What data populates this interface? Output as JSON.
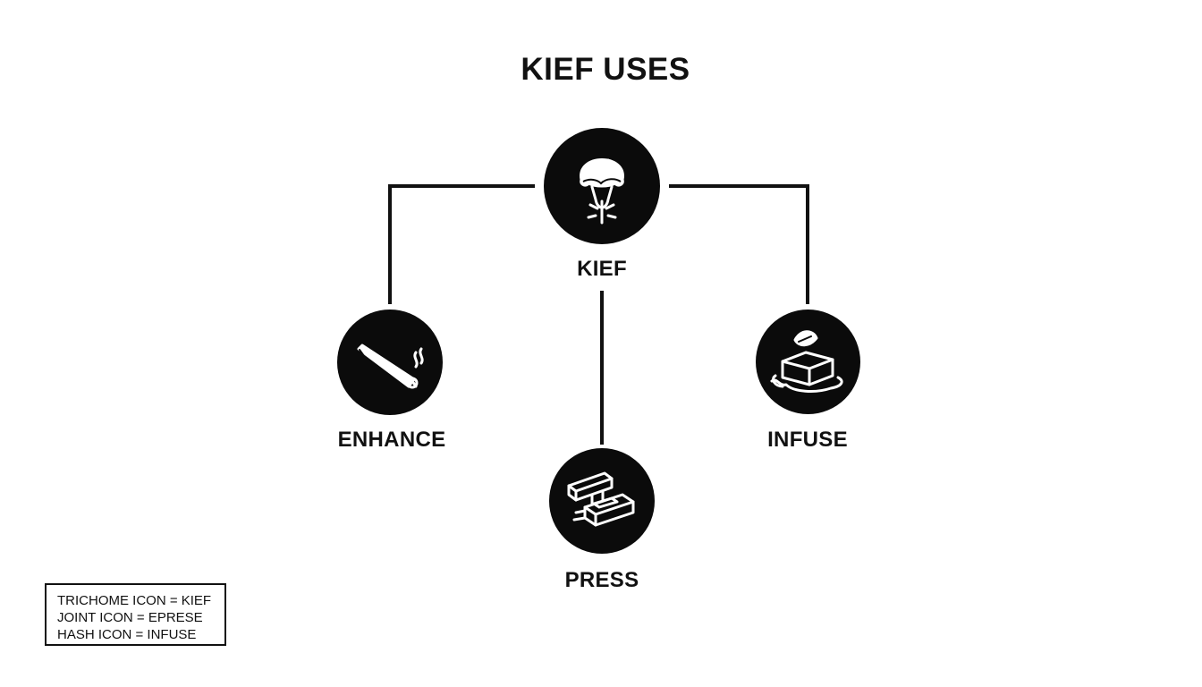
{
  "title": "KIEF USES",
  "nodes": {
    "center": {
      "label": "KIEF",
      "icon": "trichome-icon"
    },
    "left": {
      "label": "ENHANCE",
      "icon": "joint-icon"
    },
    "bottom": {
      "label": "PRESS",
      "icon": "press-icon"
    },
    "right": {
      "label": "INFUSE",
      "icon": "butter-infusion-icon"
    }
  },
  "legend": {
    "items": [
      "TRICHOME ICON = KIEF",
      "JOINT ICON = EPRESE",
      "HASH ICON = INFUSE"
    ]
  },
  "colors": {
    "node_fill": "#0b0b0b",
    "line": "#111111",
    "background": "#ffffff"
  }
}
